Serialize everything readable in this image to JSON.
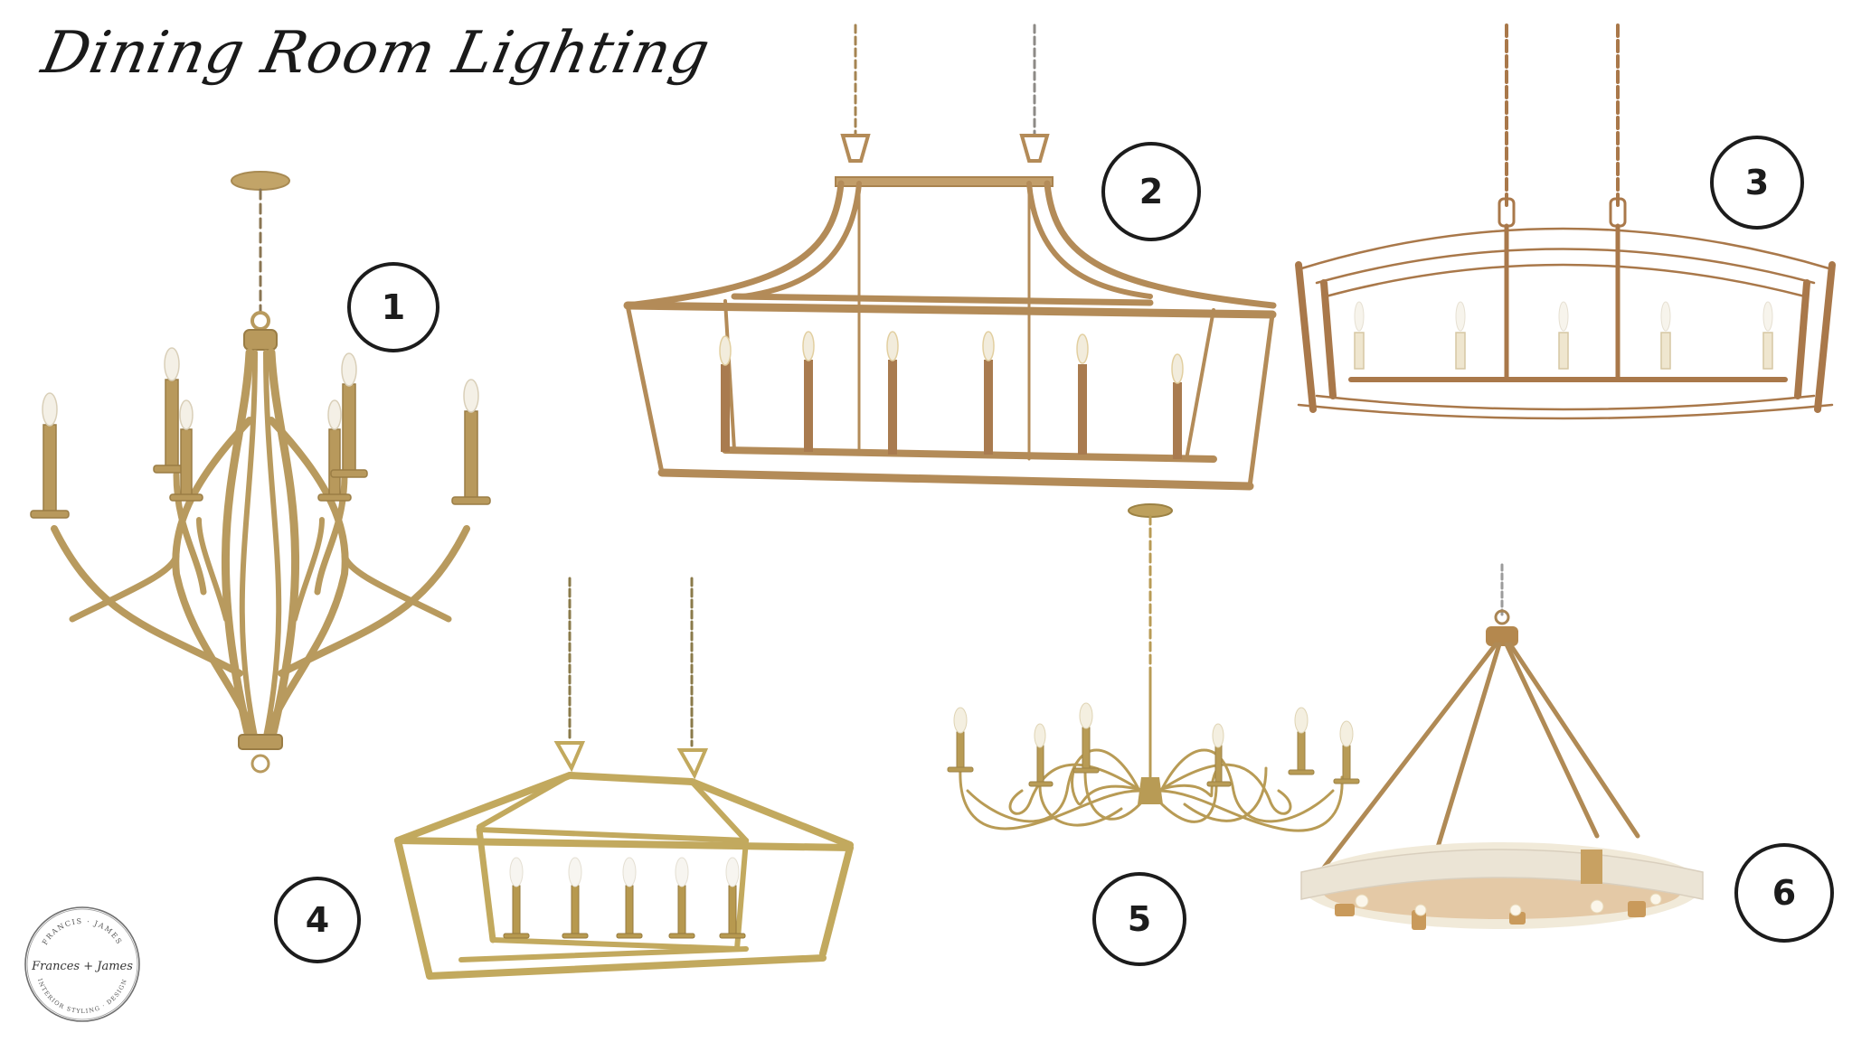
{
  "board": {
    "title": "Dining Room Lighting",
    "background": "#ffffff"
  },
  "colors": {
    "gold": "#b89a5e",
    "gold_dark": "#9a7d45",
    "bronze": "#a97b4f",
    "brass": "#c2a95e",
    "cream": "#e9e2d4",
    "bulb": "#f4f0e6",
    "label_ink": "#1c1c1c"
  },
  "fixtures": [
    {
      "id": 1,
      "label": "1",
      "type": "chandelier",
      "description": "6-light antique brass candle chandelier with curved arms",
      "lights": 6
    },
    {
      "id": 2,
      "label": "2",
      "type": "linear-lantern",
      "description": "pagoda-top rectangular lantern, 6 candle lights",
      "lights": 6
    },
    {
      "id": 3,
      "label": "3",
      "type": "linear-chandelier",
      "description": "curved bronze frame linear chandelier, 5 candle lights",
      "lights": 5
    },
    {
      "id": 4,
      "label": "4",
      "type": "linear-lantern",
      "description": "brass rectangular cage lantern, 5 candle lights",
      "lights": 5
    },
    {
      "id": 5,
      "label": "5",
      "type": "chandelier",
      "description": "gold wire-arm 6-light candle chandelier",
      "lights": 6
    },
    {
      "id": 6,
      "label": "6",
      "type": "ring-chandelier",
      "description": "rope-wrapped ring chandelier with brass rods",
      "lights": 8
    }
  ],
  "logo": {
    "script": "Frances + James",
    "top_arc": "FRANCIS · JAMES",
    "bottom_arc": "INTERIOR STYLING · DESIGN"
  }
}
